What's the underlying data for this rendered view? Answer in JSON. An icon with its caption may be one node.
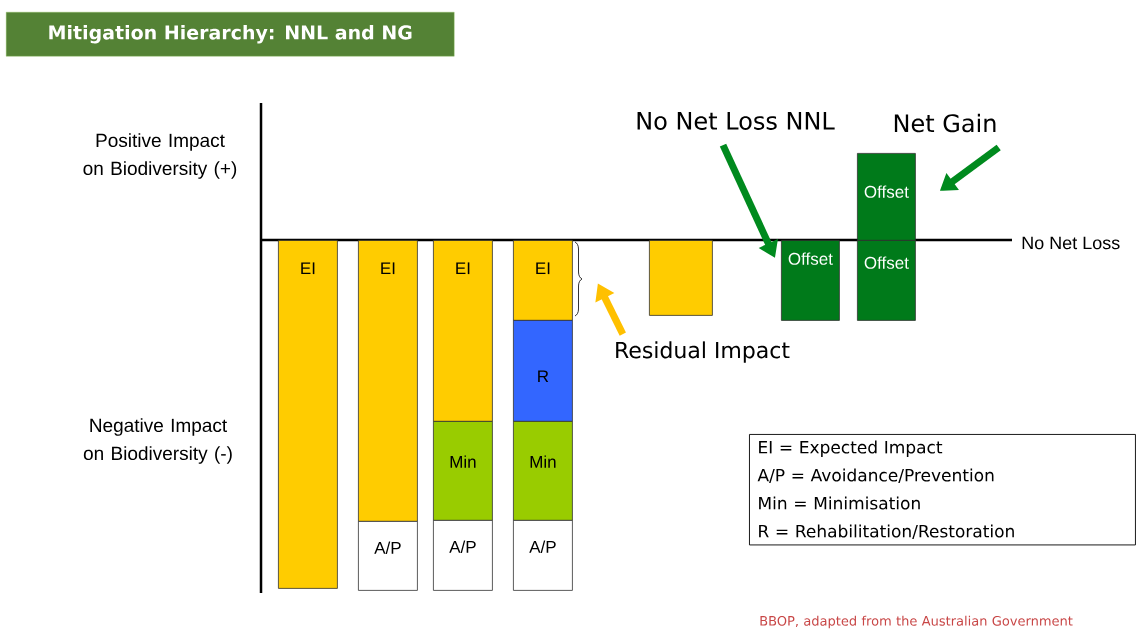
{
  "diagram": {
    "title": "Mitigation Hierarchy: NNL and NG",
    "nodes": [
      {
        "text": [
          "EI"
        ]
      },
      {
        "text": [
          "EI"
        ]
      },
      {
        "text": [
          "A/P"
        ]
      },
      {
        "text": [
          "EI"
        ]
      },
      {
        "text": [
          "Min"
        ]
      },
      {
        "text": [
          "A/P"
        ]
      },
      {
        "text": [
          "EI"
        ]
      },
      {
        "text": [
          "R"
        ]
      },
      {
        "text": [
          "Min"
        ]
      },
      {
        "text": [
          "A/P"
        ]
      },
      {
        "text": [],
        "shape": "box"
      },
      {
        "text": [
          "Offset"
        ]
      },
      {
        "text": [
          "Offset"
        ]
      },
      {
        "text": [
          "Offset"
        ]
      },
      {
        "text": [
          "No Net Loss NNL"
        ]
      },
      {
        "text": [
          "Net Gain"
        ]
      },
      {
        "text": [
          "Residual Impact"
        ]
      },
      {
        "text": [
          "EI = Expected Impact",
          "A/P = Avoidance/Prevention",
          "Min = Minimisation",
          "R = Rehabilitation/Restoration"
        ]
      }
    ],
    "edges": [
      {
        "from": 14,
        "to": 11,
        "arrow": "to"
      },
      {
        "from": 15,
        "to": 12,
        "arrow": "to"
      },
      {
        "from": 16,
        "to": 6,
        "arrow": "to",
        "color": "#ffc000"
      }
    ],
    "labels": [
      "Positive Impact on Biodiversity (+)",
      "Negative Impact on Biodiversity (-)",
      "No Net Loss",
      "BBOP, adapted from the Australian Government"
    ]
  }
}
